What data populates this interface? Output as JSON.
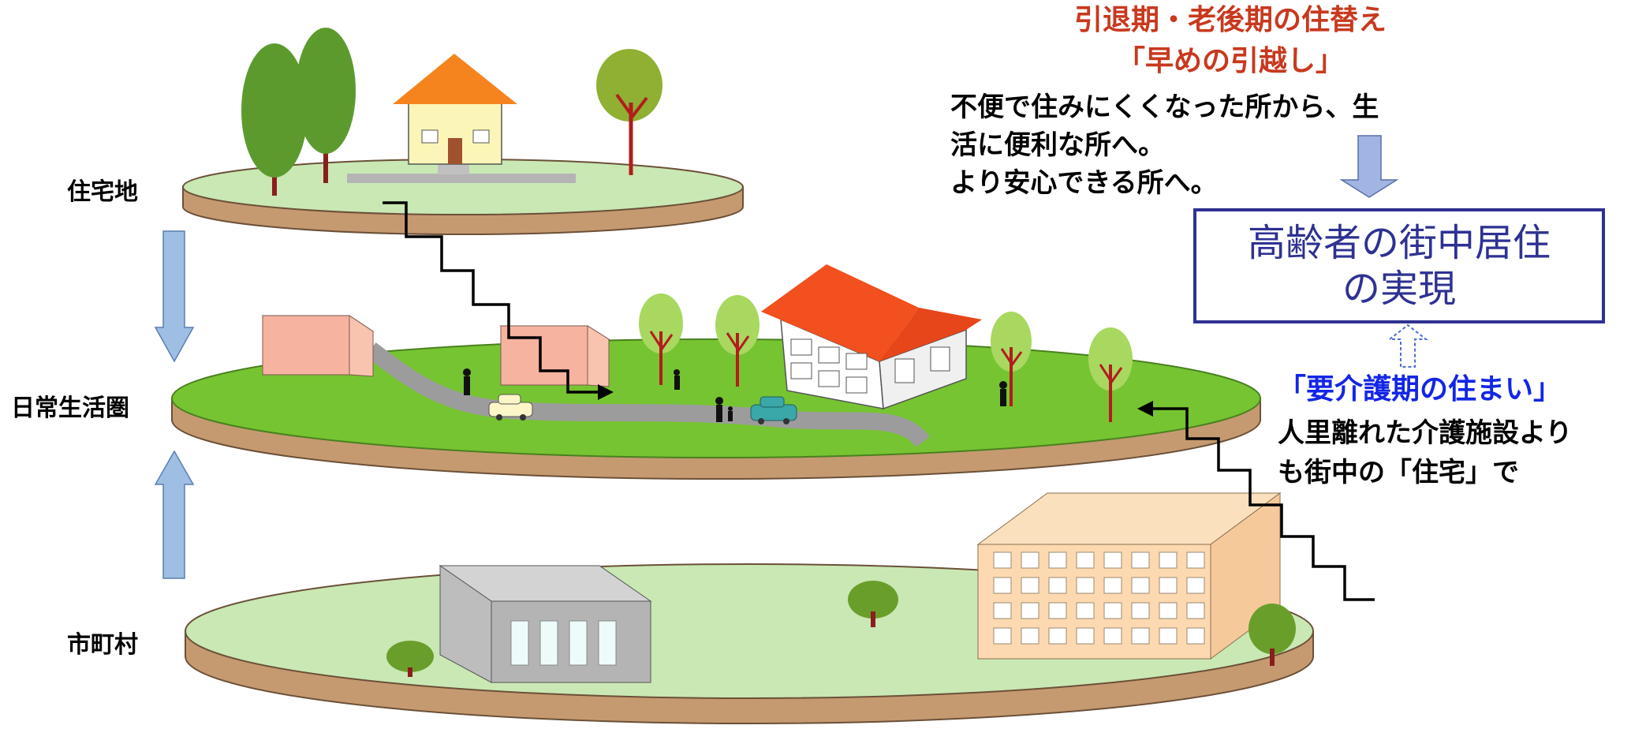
{
  "levels": {
    "residential": "住宅地",
    "daily_life": "日常生活圏",
    "municipality": "市町村"
  },
  "retirement": {
    "heading_line1": "引退期・老後期の住替え",
    "heading_line2": "「早めの引越し」",
    "body_lines": [
      "不便で住みにくくなった所から、生",
      "活に便利な所へ。",
      "より安心できる所へ。"
    ]
  },
  "goal_box": {
    "line1": "高齢者の街中居住",
    "line2": "の実現"
  },
  "care": {
    "heading": "「要介護期の住まい」",
    "body_lines": [
      "人里離れた介護施設より",
      "も街中の「住宅」で"
    ]
  },
  "colors": {
    "heading_red": "#c8391e",
    "goal_navy": "#2e3192",
    "care_blue": "#1226e6",
    "platform_top_light": "#c9e8b4",
    "platform_top_bright": "#76c431",
    "platform_side": "#c69a70",
    "down_arrow_fill": "#a2b4e4",
    "level_arrow_fill": "#9ebfe3",
    "stair_line": "#000000"
  },
  "icons": [
    "tree-icon",
    "house-icon",
    "building-icon",
    "car-icon",
    "person-icon",
    "arrow-down-icon",
    "arrow-up-icon"
  ]
}
